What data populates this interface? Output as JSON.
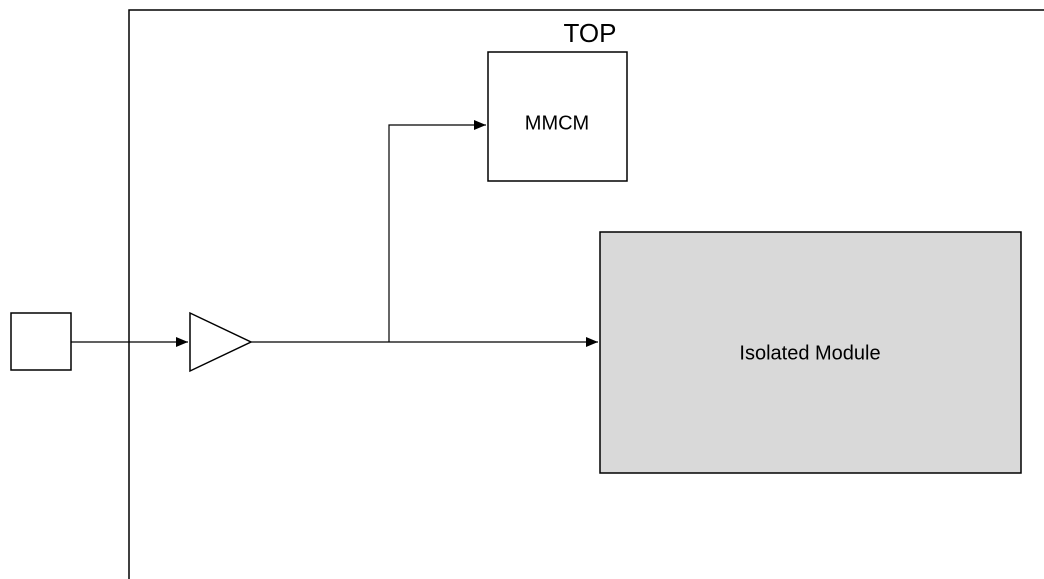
{
  "top_module": {
    "label": "TOP"
  },
  "mmcm_block": {
    "label": "MMCM"
  },
  "isolated_module": {
    "label": "Isolated Module",
    "fill_color": "#d9d9d9"
  },
  "colors": {
    "line": "#000000",
    "background": "#ffffff",
    "block_fill": "#ffffff"
  }
}
